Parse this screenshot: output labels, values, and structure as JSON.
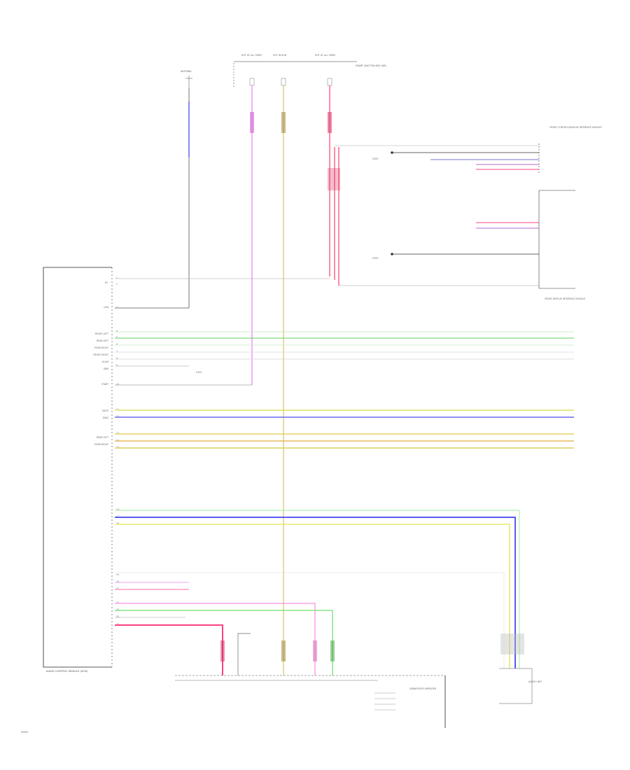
{
  "fuse_labels": [
    "HOT AT ALL TIMES",
    "HOT IN RUN",
    "HOT AT ALL TIMES"
  ],
  "fuse_box_label": "SMART JUNCTION BOX (SJB)",
  "antenna_label": "ANTENNA",
  "module_label": "AUDIO CONTROL MODULE (ACM)",
  "left_labels": [
    "B+",
    "CAN",
    "FRONT LEFT",
    "REAR LEFT",
    "REAR RIGHT",
    "FRONT RIGHT",
    "ILLUM",
    "GND",
    "START",
    "MUTE",
    "DIAG",
    "REAR LEFT",
    "REAR RIGHT"
  ],
  "right_top_module": "FRONT CONTROL/DISPLAY INTERFACE MODULE",
  "right_mid_module": "FRONT DISPLAY INTERFACE MODULE",
  "bottom_module_label": "SUBWOOFER AMPLIFIER",
  "bottom_right_label": "AUDIO UNIT",
  "ground_labels": [
    "G201",
    "G302",
    "G301"
  ],
  "page_number": "00000"
}
